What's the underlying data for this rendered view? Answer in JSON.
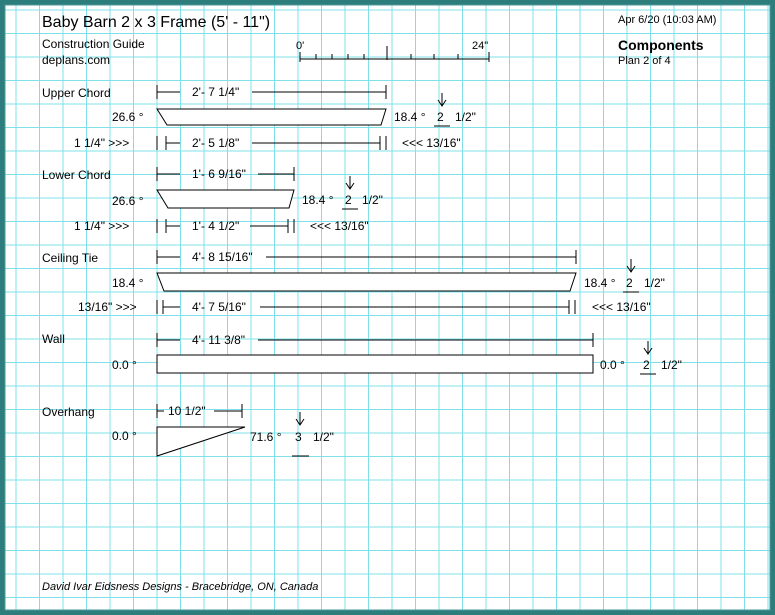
{
  "header": {
    "title": "Baby Barn 2 x 3 Frame (5' - 11\")",
    "subtitle": "Construction Guide",
    "website": "deplans.com",
    "timestamp": "Apr 6/20 (10:03 AM)",
    "section": "Components",
    "plan": "Plan 2 of 4"
  },
  "scale": {
    "start": "0'",
    "end": "24\""
  },
  "components": {
    "upper_chord": {
      "name": "Upper Chord",
      "length": "2'- 7  1/4\"",
      "left_angle": "26.6 °",
      "right_angle": "18.4 °",
      "stock_width": "2",
      "stock_frac": "1/2\"",
      "left_offset": "1  1/4\"  >>>",
      "inner_length": "2'- 5  1/8\"",
      "right_offset": "<<<   13/16\""
    },
    "lower_chord": {
      "name": "Lower Chord",
      "length": "1'- 6  9/16\"",
      "left_angle": "26.6 °",
      "right_angle": "18.4 °",
      "stock_width": "2",
      "stock_frac": "1/2\"",
      "left_offset": "1  1/4\"  >>>",
      "inner_length": "1'- 4  1/2\"",
      "right_offset": "<<<  13/16\""
    },
    "ceiling_tie": {
      "name": "Ceiling Tie",
      "length": "4'- 8  15/16\"",
      "left_angle": "18.4 °",
      "right_angle": "18.4 °",
      "stock_width": "2",
      "stock_frac": "1/2\"",
      "left_offset": "13/16\"  >>>",
      "inner_length": "4'- 7  5/16\"",
      "right_offset": "<<<   13/16\""
    },
    "wall": {
      "name": "Wall",
      "length": "4'- 11  3/8\"",
      "left_angle": "0.0 °",
      "right_angle": "0.0 °",
      "stock_width": "2",
      "stock_frac": "1/2\""
    },
    "overhang": {
      "name": "Overhang",
      "length": "10  1/2\"",
      "left_angle": "0.0 °",
      "right_angle": "71.6 °",
      "stock_width": "3",
      "stock_frac": "1/2\""
    }
  },
  "footer": "David Ivar Eidsness Designs - Bracebridge, ON, Canada",
  "colors": {
    "frame": "#2e7d7d",
    "grid": "#7fe0ea",
    "ink": "#000000"
  }
}
